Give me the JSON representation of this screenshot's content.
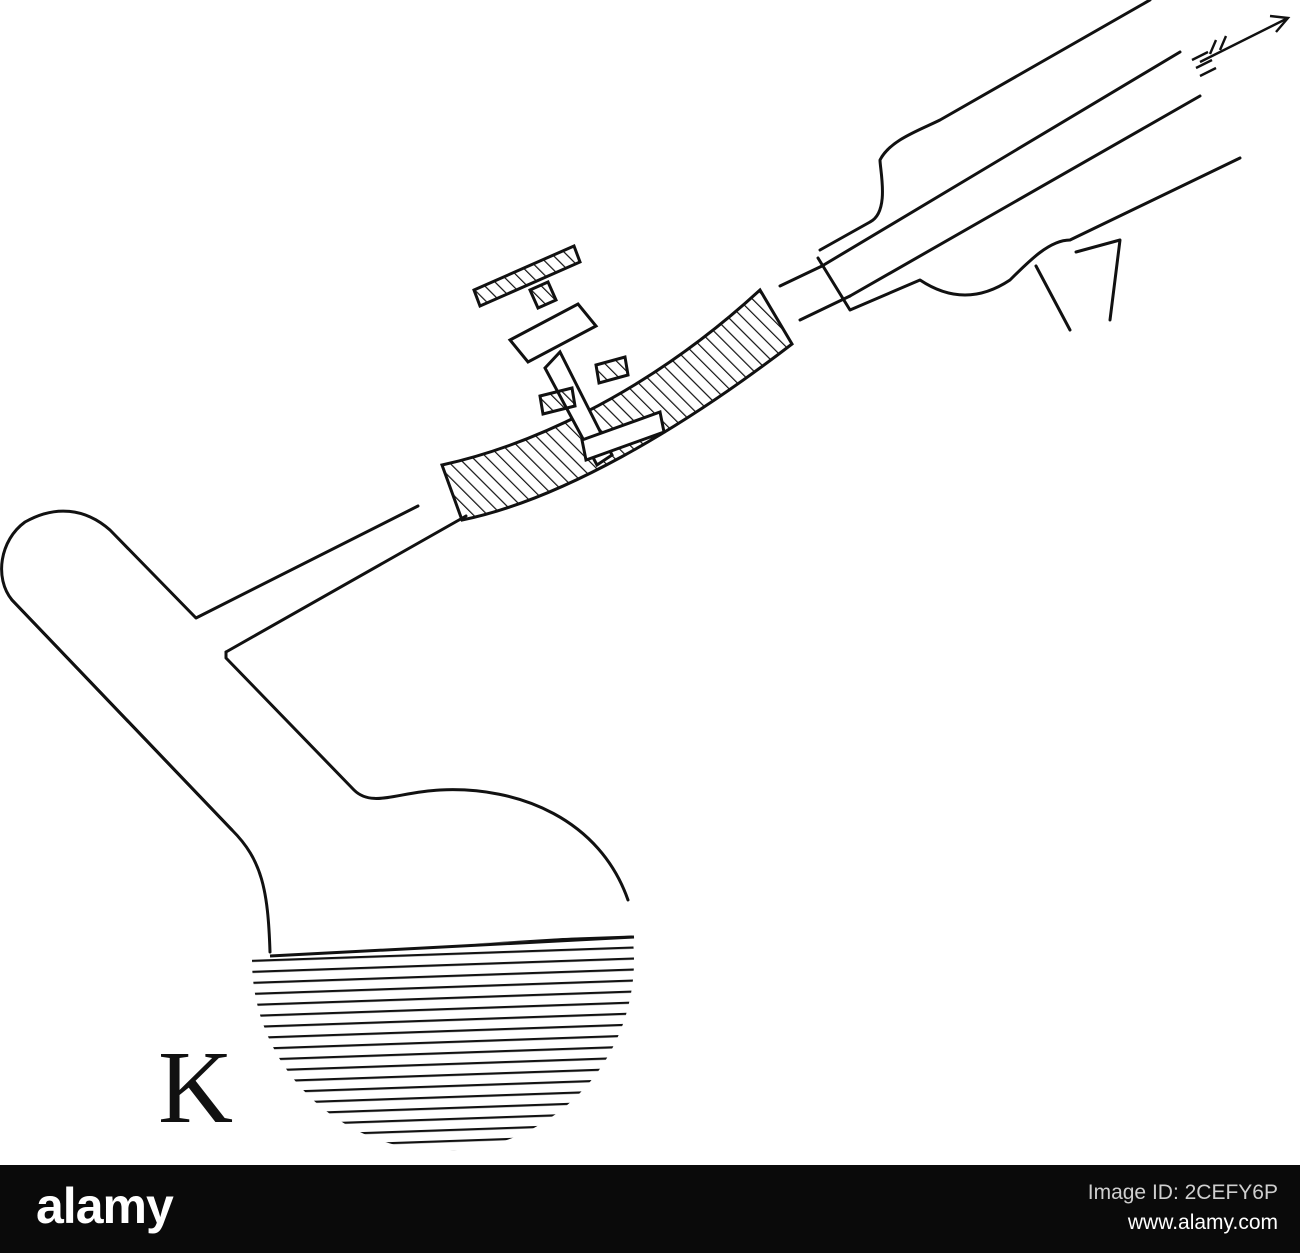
{
  "figure": {
    "flask_label": "K"
  },
  "watermark": {
    "brand": "alamy",
    "image_id_caption": "Image ID: 2CEFY6P",
    "site": "www.alamy.com"
  },
  "colors": {
    "ink": "#111111",
    "paper": "#ffffff",
    "footer_bg": "#0a0a0a"
  }
}
